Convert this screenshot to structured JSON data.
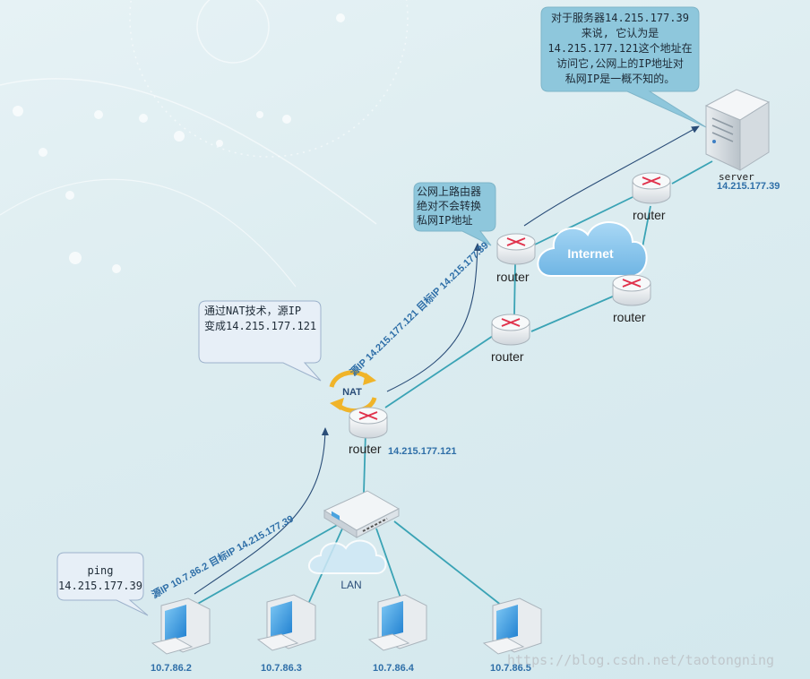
{
  "labels": {
    "router": "router",
    "internet": "Internet",
    "lan": "LAN",
    "nat": "NAT",
    "nat_ip": "14.215.177.121",
    "server": "server",
    "server_ip": "14.215.177.39",
    "pcs": [
      "10.7.86.2",
      "10.7.86.3",
      "10.7.86.4",
      "10.7.86.5"
    ],
    "packet_lan": "源IP 10.7.86.2  目标IP 14.215.177.39",
    "packet_nat": "源IP 14.215.177.121  目标IP 14.215.177.39"
  },
  "callouts": {
    "ping": [
      "ping",
      "14.215.177.39"
    ],
    "nat": [
      "通过NAT技术，源IP",
      "变成14.215.177.121"
    ],
    "router_note": [
      "公网上路由器",
      "绝对不会转换",
      "私网IP地址"
    ],
    "server_note": [
      "对于服务器14.215.177.39",
      "来说, 它认为是",
      "14.215.177.121这个地址在",
      "访问它,公网上的IP地址对",
      "私网IP是一概不知的。"
    ]
  },
  "watermark": "https://blog.csdn.net/taotongning",
  "colors": {
    "link": "#3aa3b5",
    "ip_text": "#2f6fa8",
    "arrow": "#2a4d78",
    "callout_blue": "#8ec7dc",
    "callout_light": "#e7eff7",
    "router_mark": "#e0314b",
    "nat_arrows": "#f0b429"
  }
}
